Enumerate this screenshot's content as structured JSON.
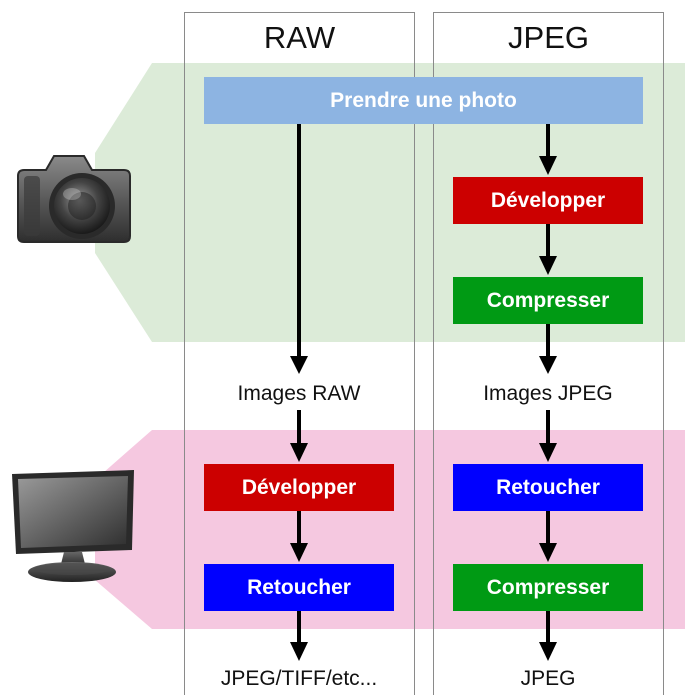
{
  "columns": {
    "raw": {
      "header": "RAW"
    },
    "jpeg": {
      "header": "JPEG"
    }
  },
  "steps": {
    "take_photo": {
      "label": "Prendre une photo",
      "color": "#8db4e2"
    },
    "jpeg_develop": {
      "label": "Développer",
      "color": "#cc0000"
    },
    "jpeg_compress": {
      "label": "Compresser",
      "color": "#009a14"
    },
    "raw_develop": {
      "label": "Développer",
      "color": "#cc0000"
    },
    "raw_retouch": {
      "label": "Retoucher",
      "color": "#0000ff"
    },
    "jpeg_retouch": {
      "label": "Retoucher",
      "color": "#0000ff"
    },
    "jpeg_compress_2": {
      "label": "Compresser",
      "color": "#009a14"
    }
  },
  "labels": {
    "images_raw": "Images RAW",
    "images_jpeg": "Images JPEG",
    "raw_output": "JPEG/TIFF/etc...",
    "jpeg_output": "JPEG"
  },
  "bands": {
    "camera_color": "#dcebd8",
    "computer_color": "#f5c8e0"
  },
  "icons": {
    "camera": "camera-icon",
    "monitor": "monitor-icon"
  }
}
